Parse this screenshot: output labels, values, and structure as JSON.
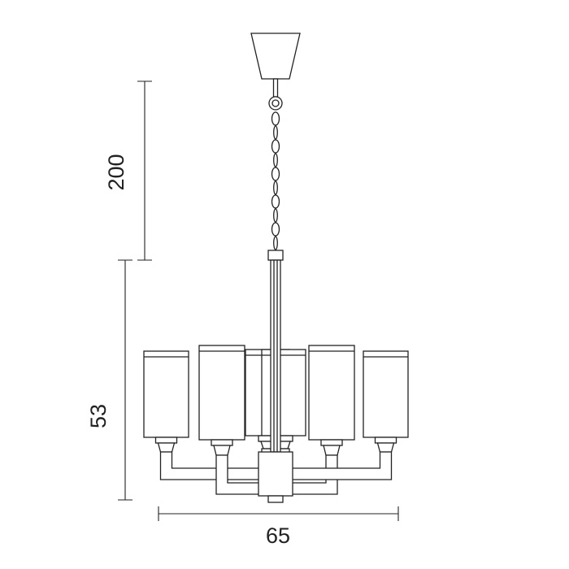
{
  "canvas": {
    "background": "#ffffff",
    "line_color": "#222222",
    "subject": "chandelier technical dimension drawing, 6-light with cylindrical shades, chain suspension and ceiling canopy"
  },
  "dimensions": {
    "upper_height": {
      "label": "200"
    },
    "body_height": {
      "label": "53"
    },
    "body_width": {
      "label": "65"
    }
  }
}
